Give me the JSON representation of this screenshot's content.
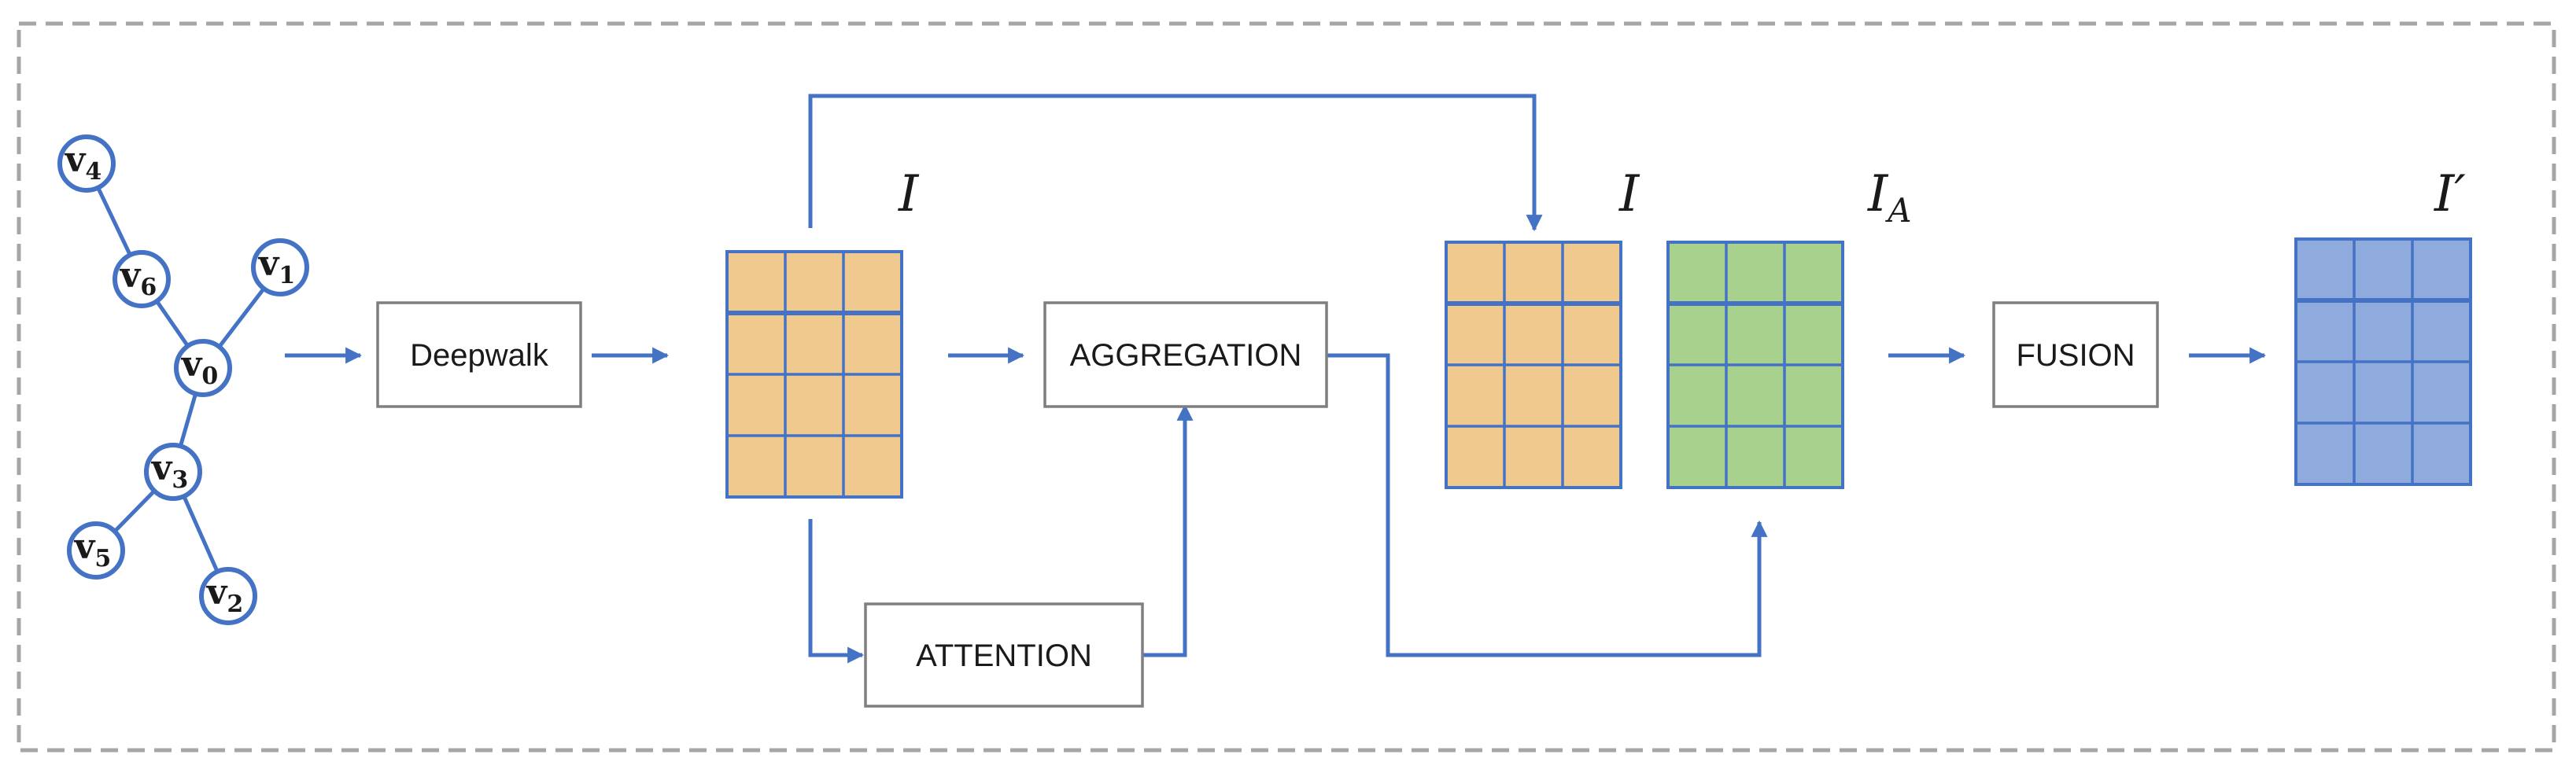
{
  "graph": {
    "nodes": [
      {
        "id": "v4",
        "base": "v",
        "sub": "4"
      },
      {
        "id": "v6",
        "base": "v",
        "sub": "6"
      },
      {
        "id": "v1",
        "base": "v",
        "sub": "1"
      },
      {
        "id": "v0",
        "base": "v",
        "sub": "0"
      },
      {
        "id": "v3",
        "base": "v",
        "sub": "3"
      },
      {
        "id": "v5",
        "base": "v",
        "sub": "5"
      },
      {
        "id": "v2",
        "base": "v",
        "sub": "2"
      }
    ],
    "edges": [
      [
        "v4",
        "v6"
      ],
      [
        "v6",
        "v0"
      ],
      [
        "v1",
        "v0"
      ],
      [
        "v0",
        "v3"
      ],
      [
        "v3",
        "v5"
      ],
      [
        "v3",
        "v2"
      ]
    ]
  },
  "boxes": {
    "deepwalk": "Deepwalk",
    "aggregation": "AGGREGATION",
    "attention": "ATTENTION",
    "fusion": "FUSION"
  },
  "matrices": {
    "embedding": {
      "label": "I",
      "color": "#f0c98f"
    },
    "embedding_copy": {
      "label": "I",
      "color": "#f0c98f"
    },
    "aggregated": {
      "label": "I",
      "sub": "A",
      "color": "#a9d18e"
    },
    "fused": {
      "label": "I′",
      "color": "#8faadc"
    }
  },
  "colors": {
    "accent": "#4472c4",
    "box_border": "#7f7f7f",
    "frame": "#a6a6a6"
  }
}
